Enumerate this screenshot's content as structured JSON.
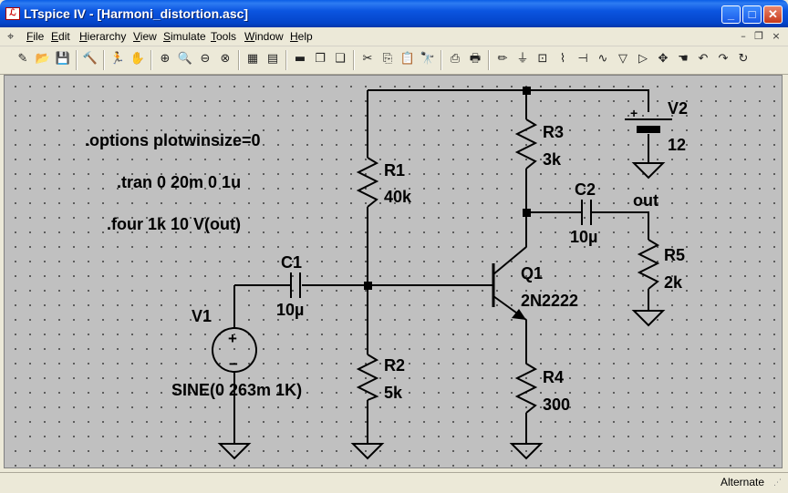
{
  "window": {
    "title": "LTspice IV - [Harmoni_distortion.asc]",
    "minimize": "_",
    "maximize": "□",
    "close": "✕"
  },
  "menu": [
    {
      "u": "F",
      "rest": "ile"
    },
    {
      "u": "E",
      "rest": "dit"
    },
    {
      "u": "H",
      "rest": "ierarchy"
    },
    {
      "u": "V",
      "rest": "iew"
    },
    {
      "u": "S",
      "rest": "imulate"
    },
    {
      "u": "T",
      "rest": "ools"
    },
    {
      "u": "W",
      "rest": "indow"
    },
    {
      "u": "H",
      "rest": "elp"
    }
  ],
  "mdi": {
    "minimize": "–",
    "restore": "❐",
    "close": "×"
  },
  "toolbar": [
    {
      "name": "new-schematic",
      "glyph": "✎"
    },
    {
      "name": "open",
      "glyph": "📂"
    },
    {
      "name": "save",
      "glyph": "💾"
    },
    {
      "name": "control-panel",
      "glyph": "🔨"
    },
    {
      "name": "run",
      "glyph": "🏃"
    },
    {
      "name": "halt",
      "glyph": "✋"
    },
    {
      "name": "zoom-in",
      "glyph": "⊕"
    },
    {
      "name": "zoom-pan",
      "glyph": "🔍"
    },
    {
      "name": "zoom-out",
      "glyph": "⊖"
    },
    {
      "name": "zoom-fit",
      "glyph": "⊗"
    },
    {
      "name": "autorange",
      "glyph": "▦"
    },
    {
      "name": "fft",
      "glyph": "▤"
    },
    {
      "name": "tile-horizontal",
      "glyph": "▬"
    },
    {
      "name": "cascade",
      "glyph": "❐"
    },
    {
      "name": "tile-vertical",
      "glyph": "❑"
    },
    {
      "name": "cut",
      "glyph": "✂"
    },
    {
      "name": "copy",
      "glyph": "⎘"
    },
    {
      "name": "paste",
      "glyph": "📋"
    },
    {
      "name": "find",
      "glyph": "🔭"
    },
    {
      "name": "print-setup",
      "glyph": "⎙"
    },
    {
      "name": "print",
      "glyph": "🖶"
    },
    {
      "name": "draw-wire",
      "glyph": "✏"
    },
    {
      "name": "ground",
      "glyph": "⏚"
    },
    {
      "name": "label-net",
      "glyph": "⊡"
    },
    {
      "name": "resistor",
      "glyph": "⌇"
    },
    {
      "name": "capacitor",
      "glyph": "⊣"
    },
    {
      "name": "inductor",
      "glyph": "∿"
    },
    {
      "name": "diode",
      "glyph": "▽"
    },
    {
      "name": "component",
      "glyph": "▷"
    },
    {
      "name": "move",
      "glyph": "✥"
    },
    {
      "name": "drag",
      "glyph": "☚"
    },
    {
      "name": "undo",
      "glyph": "↶"
    },
    {
      "name": "redo",
      "glyph": "↷"
    },
    {
      "name": "rotate",
      "glyph": "↻"
    }
  ],
  "schematic": {
    "directives": [
      ".options plotwinsize=0",
      ".tran 0 20m 0 1u",
      ".four 1k 10 V(out)"
    ],
    "components": {
      "R1": {
        "name": "R1",
        "value": "40k"
      },
      "R2": {
        "name": "R2",
        "value": "5k"
      },
      "R3": {
        "name": "R3",
        "value": "3k"
      },
      "R4": {
        "name": "R4",
        "value": "300"
      },
      "R5": {
        "name": "R5",
        "value": "2k"
      },
      "C1": {
        "name": "C1",
        "value": "10µ"
      },
      "C2": {
        "name": "C2",
        "value": "10µ"
      },
      "V1": {
        "name": "V1",
        "value": "SINE(0 263m 1K)"
      },
      "V2": {
        "name": "V2",
        "value": "12"
      },
      "Q1": {
        "name": "Q1",
        "value": "2N2222"
      }
    },
    "net_label": "out",
    "v1_plus": "+",
    "v1_minus": "−",
    "v2_plus": "+"
  },
  "status": {
    "mode": "Alternate",
    "grip": "⋰"
  }
}
